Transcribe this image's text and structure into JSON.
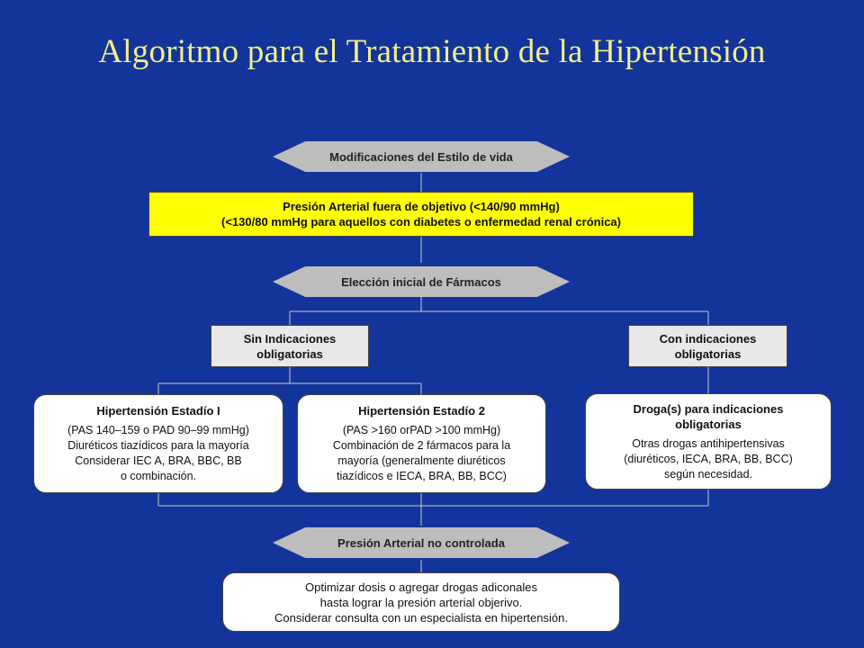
{
  "title": "Algoritmo para el Tratamiento de la  Hipertensión",
  "lifestyle": "Modificaciones del Estilo de vida",
  "bp_goal": {
    "line1": "Presión Arterial fuera de objetivo (<140/90 mmHg)",
    "line2": "(<130/80 mmHg para aquellos con diabetes o enfermedad renal crónica)"
  },
  "initial_drug": "Elección inicial de Fármacos",
  "without_ind": {
    "line1": "Sin Indicaciones",
    "line2": "obligatorias"
  },
  "with_ind": {
    "line1": "Con indicaciones",
    "line2": "obligatorias"
  },
  "stage1": {
    "title": "Hipertensión Estadío I",
    "lines": [
      "(PAS 140–159 o PAD 90–99 mmHg)",
      "Diuréticos tiazídicos para la mayoría",
      "Considerar IEC A, BRA, BBC, BB",
      "o combinación."
    ]
  },
  "stage2": {
    "title": "Hipertensión Estadío 2",
    "lines": [
      "(PAS >160 orPAD >100 mmHg)",
      "Combinación de 2 fármacos para la",
      "mayoría (generalmente diuréticos",
      "tiazídicos  e IECA, BRA, BB, BCC)"
    ]
  },
  "compelling": {
    "title_line1": "Droga(s) para indicaciones",
    "title_line2": "obligatorias",
    "lines": [
      "Otras drogas antihipertensivas",
      "(diuréticos, IECA, BRA, BB, BCC)",
      "según necesidad."
    ]
  },
  "uncontrolled": "Presión Arterial no controlada",
  "optimize": {
    "lines": [
      "Optimizar dosis o agregar drogas adiconales",
      "hasta lograr la presión arterial objerivo.",
      "Considerar consulta con un especialista en hipertensión."
    ]
  }
}
